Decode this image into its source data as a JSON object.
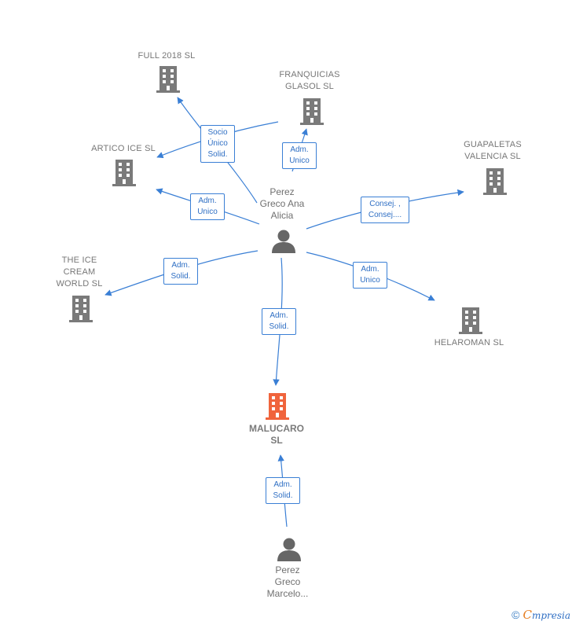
{
  "nodes": {
    "full2018": "FULL 2018  SL",
    "franquicias": [
      "FRANQUICIAS",
      "GLASOL  SL"
    ],
    "artico": "ARTICO ICE  SL",
    "guapaletas": [
      "GUAPALETAS",
      "VALENCIA  SL"
    ],
    "iceCream": [
      "THE ICE",
      "CREAM",
      "WORLD  SL"
    ],
    "helaroman": "HELAROMAN SL",
    "malucaro": [
      "MALUCARO",
      "SL"
    ],
    "personAna": [
      "Perez",
      "Greco Ana",
      "Alicia"
    ],
    "personMarcelo": [
      "Perez",
      "Greco",
      "Marcelo..."
    ]
  },
  "roles": {
    "socioUnico": [
      "Socio",
      "Único",
      "Solid."
    ],
    "admUnicoFranq": [
      "Adm.",
      "Unico"
    ],
    "admUnicoArtico": [
      "Adm.",
      "Unico"
    ],
    "consej": [
      "Consej. ,",
      "Consej...."
    ],
    "admSolidIce": [
      "Adm.",
      "Solid."
    ],
    "admUnicoHela": [
      "Adm.",
      "Unico"
    ],
    "admSolidMalucaro": [
      "Adm.",
      "Solid."
    ],
    "admSolidMarcelo": [
      "Adm.",
      "Solid."
    ]
  },
  "colors": {
    "edge": "#3a7fd5",
    "company": "#7a7a7a",
    "mainCompany": "#f0643c",
    "person": "#666666"
  },
  "footer": {
    "copyright": "©",
    "brand_first": "C",
    "brand_rest": "mpresia"
  }
}
